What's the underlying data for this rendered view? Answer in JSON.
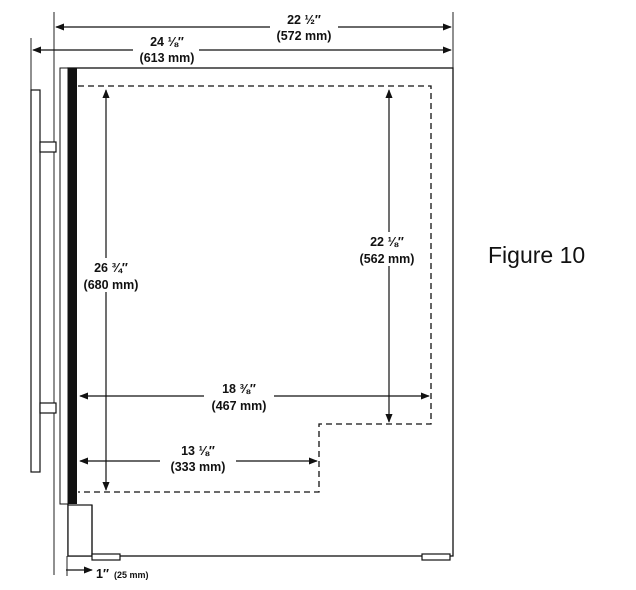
{
  "figure_label": "Figure 10",
  "dimensions": {
    "overall_depth": {
      "value": "22 ½″",
      "metric": "(572 mm)"
    },
    "depth_with_handle": {
      "value": "24 ⅛″",
      "metric": "(613 mm)"
    },
    "door_open_depth": {
      "value": "26 ¾″",
      "metric": "(680 mm)"
    },
    "interior_height": {
      "value": "22 ⅛″",
      "metric": "(562 mm)"
    },
    "interior_depth": {
      "value": "18 ⅜″",
      "metric": "(467 mm)"
    },
    "lower_depth": {
      "value": "13 ⅛″",
      "metric": "(333 mm)"
    },
    "toe_kick": {
      "value": "1″",
      "metric": "(25 mm)"
    }
  }
}
